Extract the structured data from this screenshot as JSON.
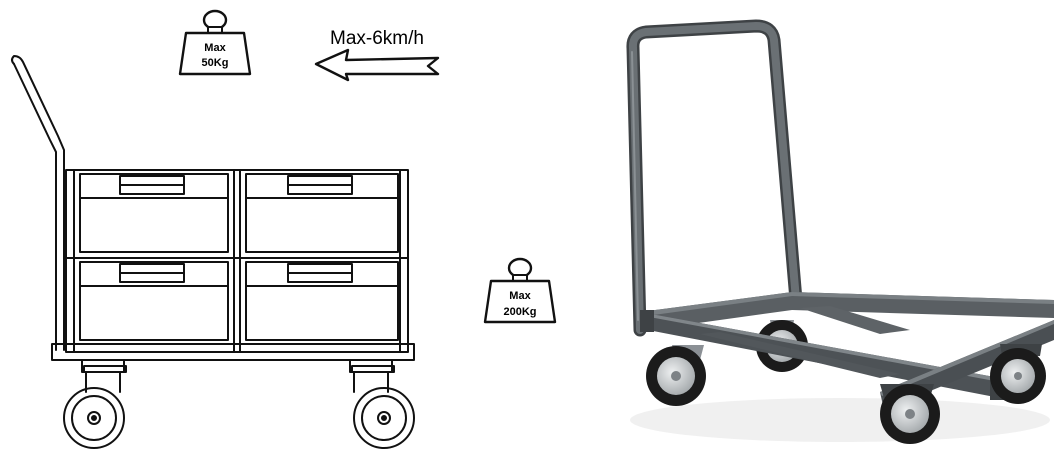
{
  "speed_label": "Max-6km/h",
  "weight_small": {
    "line1": "Max",
    "line2": "50Kg"
  },
  "weight_large": {
    "line1": "Max",
    "line2": "200Kg"
  },
  "colors": {
    "ink": "#111111",
    "frame_paint": "#5a5f63",
    "frame_shadow": "#3e4245",
    "tire": "#1b1b1b",
    "hub": "#c9ccce"
  }
}
